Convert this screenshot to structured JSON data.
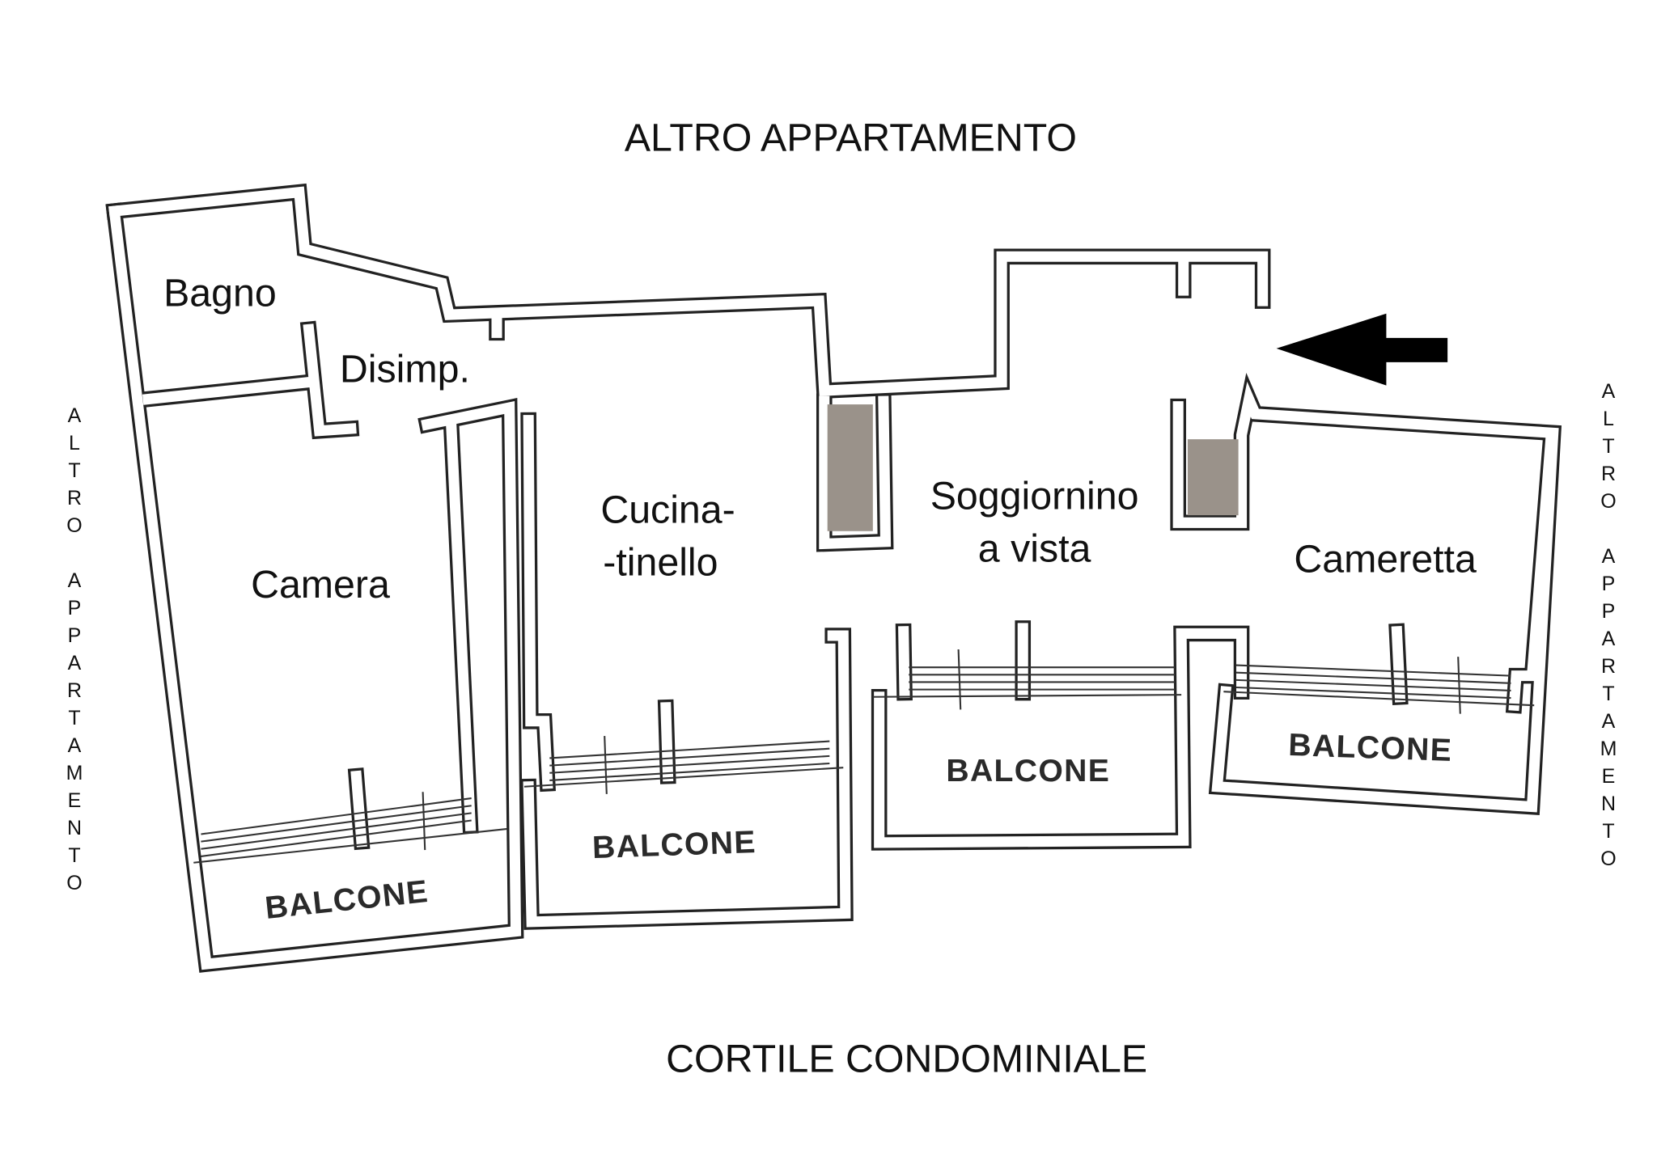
{
  "labels": {
    "top": "ALTRO APPARTAMENTO",
    "bottom": "CORTILE CONDOMINIALE",
    "left": "ALTRO APPARTAMENTO",
    "right": "ALTRO APPARTAMENTO"
  },
  "rooms": {
    "bagno": "Bagno",
    "disimp": "Disimp.",
    "camera": "Camera",
    "cucina_1": "Cucina-",
    "cucina_2": "-tinello",
    "soggiorno_1": "Soggiornino",
    "soggiorno_2": "a vista",
    "cameretta": "Cameretta"
  },
  "balconies": [
    "BALCONE",
    "BALCONE",
    "BALCONE",
    "BALCONE"
  ],
  "colors": {
    "wall": "#222222",
    "chimney": "#9a928a",
    "arrow": "#000000"
  },
  "icons": {
    "entrance": "arrow-left-icon"
  }
}
